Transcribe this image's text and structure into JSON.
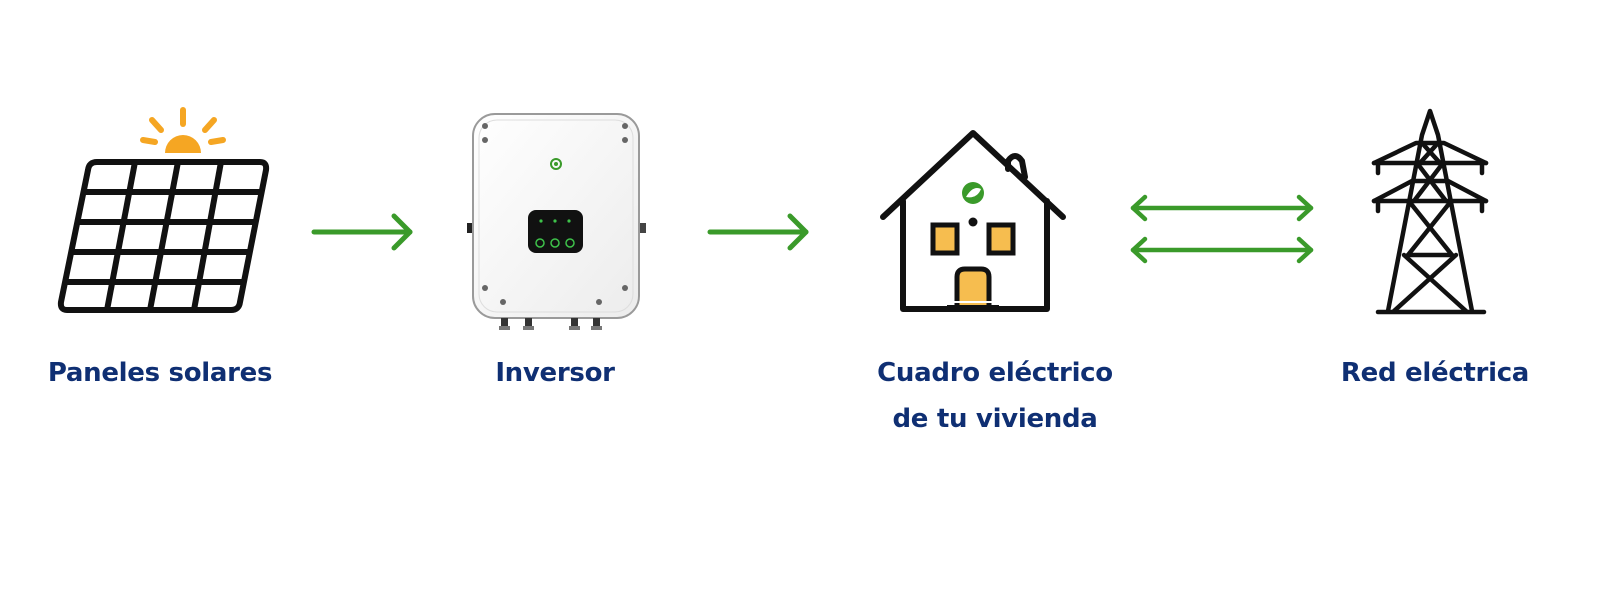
{
  "nodes": [
    {
      "id": "solar",
      "label_lines": [
        "Paneles solares"
      ],
      "icon": "solar-panel-icon"
    },
    {
      "id": "inverter",
      "label_lines": [
        "Inversor"
      ],
      "icon": "inverter-icon"
    },
    {
      "id": "house",
      "label_lines": [
        "Cuadro eléctrico",
        "de tu vivienda"
      ],
      "icon": "house-icon"
    },
    {
      "id": "grid",
      "label_lines": [
        "Red eléctrica"
      ],
      "icon": "power-tower-icon"
    }
  ],
  "edges": [
    {
      "from": "solar",
      "to": "inverter",
      "direction": "forward"
    },
    {
      "from": "inverter",
      "to": "house",
      "direction": "forward"
    },
    {
      "from": "house",
      "to": "grid",
      "direction": "bidirectional"
    }
  ],
  "colors": {
    "label": "#0f2f73",
    "arrow": "#3a9a2a",
    "sun": "#f5a623",
    "window": "#f6bd4f",
    "stroke": "#111111"
  }
}
